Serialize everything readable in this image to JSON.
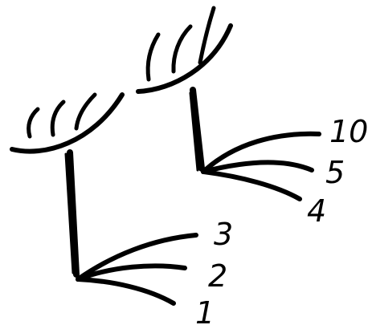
{
  "diagram": {
    "left_group": {
      "labels": [
        "3",
        "2",
        "1"
      ]
    },
    "right_group": {
      "labels": [
        "10",
        "5",
        "4"
      ]
    }
  }
}
